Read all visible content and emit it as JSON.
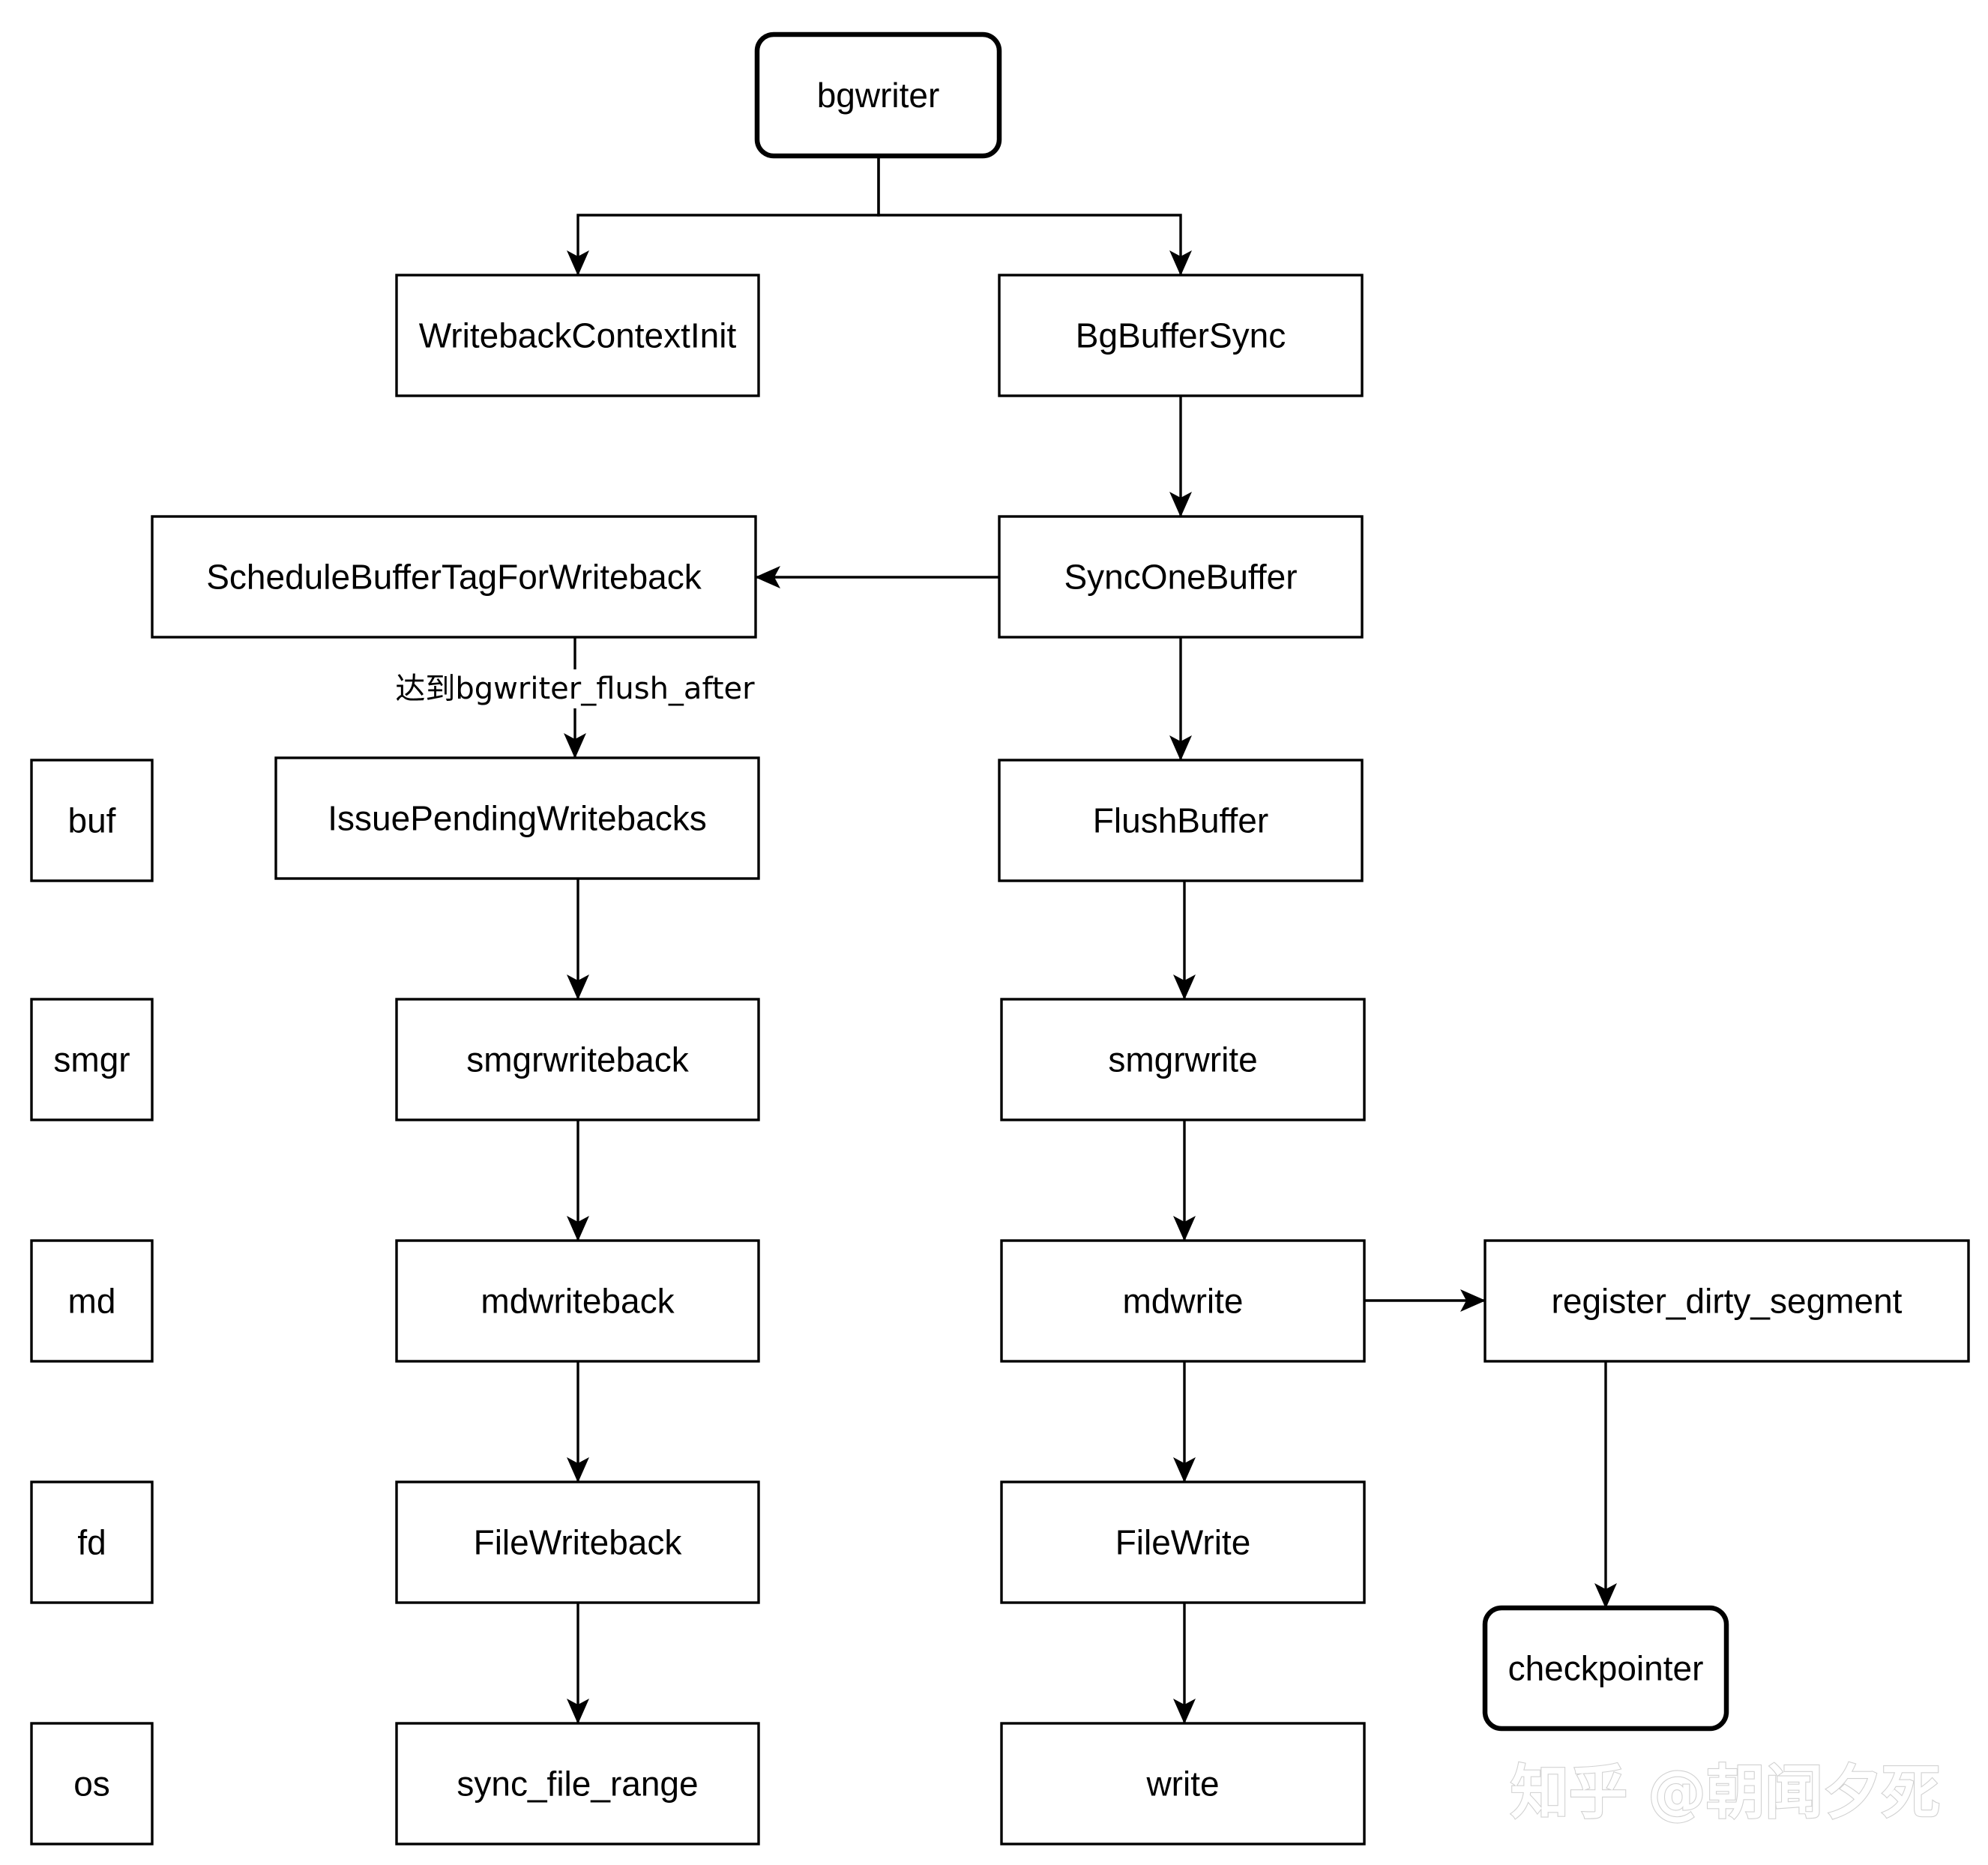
{
  "diagram": {
    "nodes": [
      {
        "id": "bgwriter",
        "label": "bgwriter",
        "style": "rounded"
      },
      {
        "id": "WritebackContextInit",
        "label": "WritebackContextInit",
        "style": "rect"
      },
      {
        "id": "BgBufferSync",
        "label": "BgBufferSync",
        "style": "rect"
      },
      {
        "id": "ScheduleBufferTagForWriteback",
        "label": "ScheduleBufferTagForWriteback",
        "style": "rect"
      },
      {
        "id": "SyncOneBuffer",
        "label": "SyncOneBuffer",
        "style": "rect"
      },
      {
        "id": "IssuePendingWritebacks",
        "label": "IssuePendingWritebacks",
        "style": "rect"
      },
      {
        "id": "FlushBuffer",
        "label": "FlushBuffer",
        "style": "rect"
      },
      {
        "id": "smgrwriteback",
        "label": "smgrwriteback",
        "style": "rect"
      },
      {
        "id": "smgrwrite",
        "label": "smgrwrite",
        "style": "rect"
      },
      {
        "id": "mdwriteback",
        "label": "mdwriteback",
        "style": "rect"
      },
      {
        "id": "mdwrite",
        "label": "mdwrite",
        "style": "rect"
      },
      {
        "id": "register_dirty_segment",
        "label": "register_dirty_segment",
        "style": "rect"
      },
      {
        "id": "FileWriteback",
        "label": "FileWriteback",
        "style": "rect"
      },
      {
        "id": "FileWrite",
        "label": "FileWrite",
        "style": "rect"
      },
      {
        "id": "checkpointer",
        "label": "checkpointer",
        "style": "rounded"
      },
      {
        "id": "sync_file_range",
        "label": "sync_file_range",
        "style": "rect"
      },
      {
        "id": "write",
        "label": "write",
        "style": "rect"
      }
    ],
    "layers": [
      {
        "id": "buf",
        "label": "buf"
      },
      {
        "id": "smgr",
        "label": "smgr"
      },
      {
        "id": "md",
        "label": "md"
      },
      {
        "id": "fd",
        "label": "fd"
      },
      {
        "id": "os",
        "label": "os"
      }
    ],
    "edges": [
      {
        "from": "bgwriter",
        "to": "WritebackContextInit",
        "label": ""
      },
      {
        "from": "bgwriter",
        "to": "BgBufferSync",
        "label": ""
      },
      {
        "from": "BgBufferSync",
        "to": "SyncOneBuffer",
        "label": ""
      },
      {
        "from": "SyncOneBuffer",
        "to": "ScheduleBufferTagForWriteback",
        "label": ""
      },
      {
        "from": "ScheduleBufferTagForWriteback",
        "to": "IssuePendingWritebacks",
        "label": "达到bgwriter_flush_after"
      },
      {
        "from": "SyncOneBuffer",
        "to": "FlushBuffer",
        "label": ""
      },
      {
        "from": "IssuePendingWritebacks",
        "to": "smgrwriteback",
        "label": ""
      },
      {
        "from": "FlushBuffer",
        "to": "smgrwrite",
        "label": ""
      },
      {
        "from": "smgrwriteback",
        "to": "mdwriteback",
        "label": ""
      },
      {
        "from": "smgrwrite",
        "to": "mdwrite",
        "label": ""
      },
      {
        "from": "mdwrite",
        "to": "register_dirty_segment",
        "label": ""
      },
      {
        "from": "register_dirty_segment",
        "to": "checkpointer",
        "label": ""
      },
      {
        "from": "mdwriteback",
        "to": "FileWriteback",
        "label": ""
      },
      {
        "from": "mdwrite",
        "to": "FileWrite",
        "label": ""
      },
      {
        "from": "FileWriteback",
        "to": "sync_file_range",
        "label": ""
      },
      {
        "from": "FileWrite",
        "to": "write",
        "label": ""
      }
    ]
  },
  "watermark": {
    "text": "知乎 @朝闻夕死"
  },
  "colors": {
    "stroke": "#000000",
    "background": "#ffffff",
    "watermark": "#c9c9c9"
  }
}
